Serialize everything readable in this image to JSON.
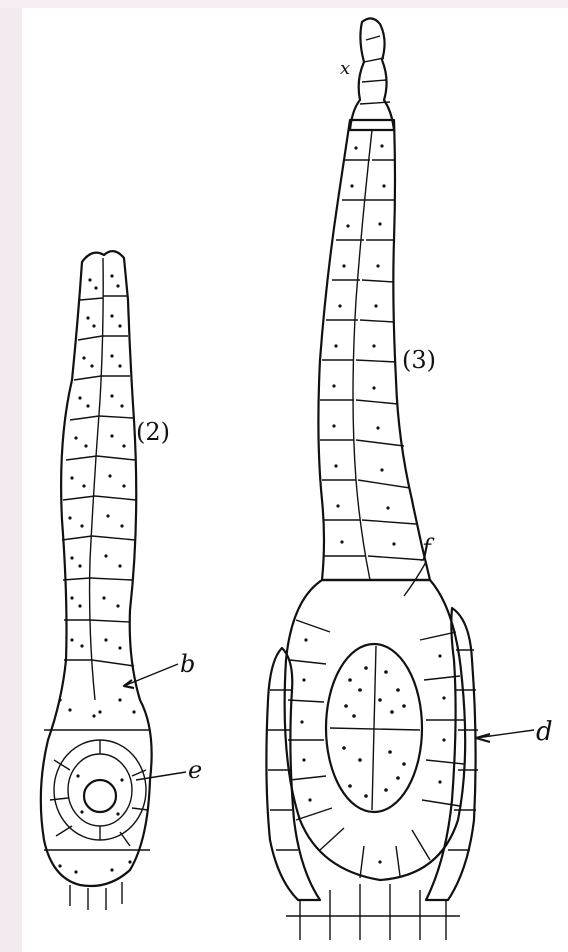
{
  "figure": {
    "panel_left_label": "(2)",
    "panel_right_label": "(3)",
    "labels": {
      "b": "b",
      "e": "e",
      "f": "f",
      "d": "d",
      "x": "x"
    }
  }
}
